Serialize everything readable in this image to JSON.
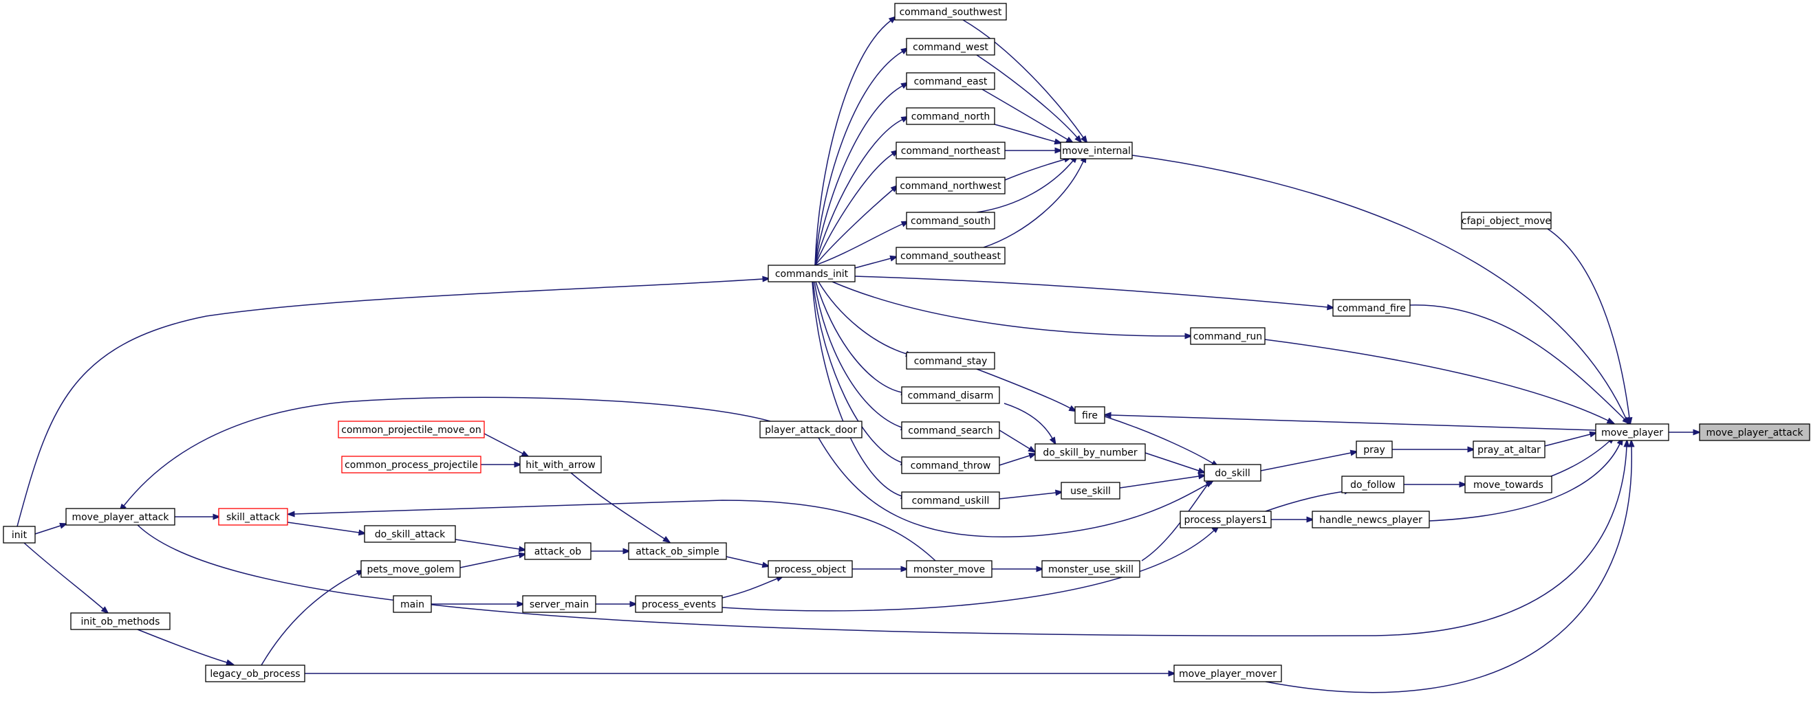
{
  "graph": {
    "title": "",
    "focus_node": "move_player_attack",
    "edge_color": "#191970",
    "node_border_color": "#000000",
    "truncated_node_border_color": "#ff0000",
    "focus_fill_color": "#bfbfbf",
    "nodes": [
      {
        "id": "move_player_attack",
        "label": "move_player_attack",
        "style": "focus"
      },
      {
        "id": "move_player",
        "label": "move_player",
        "style": "normal"
      },
      {
        "id": "move_internal",
        "label": "move_internal",
        "style": "normal"
      },
      {
        "id": "cfapi_object_move",
        "label": "cfapi_object_move",
        "style": "normal"
      },
      {
        "id": "command_fire",
        "label": "command_fire",
        "style": "normal"
      },
      {
        "id": "command_run",
        "label": "command_run",
        "style": "normal"
      },
      {
        "id": "fire",
        "label": "fire",
        "style": "normal"
      },
      {
        "id": "pray_at_altar",
        "label": "pray_at_altar",
        "style": "normal"
      },
      {
        "id": "pray",
        "label": "pray",
        "style": "normal"
      },
      {
        "id": "move_towards",
        "label": "move_towards",
        "style": "normal"
      },
      {
        "id": "do_follow",
        "label": "do_follow",
        "style": "normal"
      },
      {
        "id": "do_skill",
        "label": "do_skill",
        "style": "normal"
      },
      {
        "id": "do_skill_by_number",
        "label": "do_skill_by_number",
        "style": "normal"
      },
      {
        "id": "use_skill",
        "label": "use_skill",
        "style": "normal"
      },
      {
        "id": "handle_newcs_player",
        "label": "handle_newcs_player",
        "style": "normal"
      },
      {
        "id": "process_players1",
        "label": "process_players1",
        "style": "normal"
      },
      {
        "id": "monster_use_skill",
        "label": "monster_use_skill",
        "style": "normal"
      },
      {
        "id": "monster_move",
        "label": "monster_move",
        "style": "normal"
      },
      {
        "id": "process_object",
        "label": "process_object",
        "style": "normal"
      },
      {
        "id": "process_events",
        "label": "process_events",
        "style": "normal"
      },
      {
        "id": "server_main",
        "label": "server_main",
        "style": "normal"
      },
      {
        "id": "main",
        "label": "main",
        "style": "normal"
      },
      {
        "id": "attack_ob_simple",
        "label": "attack_ob_simple",
        "style": "normal"
      },
      {
        "id": "attack_ob",
        "label": "attack_ob",
        "style": "normal"
      },
      {
        "id": "do_skill_attack",
        "label": "do_skill_attack",
        "style": "normal"
      },
      {
        "id": "skill_attack",
        "label": "skill_attack",
        "style": "truncated"
      },
      {
        "id": "move_player_attack_l",
        "label": "move_player_attack",
        "style": "normal"
      },
      {
        "id": "pets_move_golem",
        "label": "pets_move_golem",
        "style": "normal"
      },
      {
        "id": "hit_with_arrow",
        "label": "hit_with_arrow",
        "style": "normal"
      },
      {
        "id": "common_projectile_move_on",
        "label": "common_projectile_move_on",
        "style": "truncated"
      },
      {
        "id": "common_process_projectile",
        "label": "common_process_projectile",
        "style": "truncated"
      },
      {
        "id": "player_attack_door",
        "label": "player_attack_door",
        "style": "normal"
      },
      {
        "id": "commands_init",
        "label": "commands_init",
        "style": "normal"
      },
      {
        "id": "command_southwest",
        "label": "command_southwest",
        "style": "normal"
      },
      {
        "id": "command_west",
        "label": "command_west",
        "style": "normal"
      },
      {
        "id": "command_east",
        "label": "command_east",
        "style": "normal"
      },
      {
        "id": "command_north",
        "label": "command_north",
        "style": "normal"
      },
      {
        "id": "command_northeast",
        "label": "command_northeast",
        "style": "normal"
      },
      {
        "id": "command_northwest",
        "label": "command_northwest",
        "style": "normal"
      },
      {
        "id": "command_south",
        "label": "command_south",
        "style": "normal"
      },
      {
        "id": "command_southeast",
        "label": "command_southeast",
        "style": "normal"
      },
      {
        "id": "command_stay",
        "label": "command_stay",
        "style": "normal"
      },
      {
        "id": "command_disarm",
        "label": "command_disarm",
        "style": "normal"
      },
      {
        "id": "command_search",
        "label": "command_search",
        "style": "normal"
      },
      {
        "id": "command_throw",
        "label": "command_throw",
        "style": "normal"
      },
      {
        "id": "command_uskill",
        "label": "command_uskill",
        "style": "normal"
      },
      {
        "id": "init",
        "label": "init",
        "style": "normal"
      },
      {
        "id": "init_ob_methods",
        "label": "init_ob_methods",
        "style": "normal"
      },
      {
        "id": "legacy_ob_process",
        "label": "legacy_ob_process",
        "style": "normal"
      },
      {
        "id": "move_player_mover",
        "label": "move_player_mover",
        "style": "normal"
      }
    ]
  }
}
